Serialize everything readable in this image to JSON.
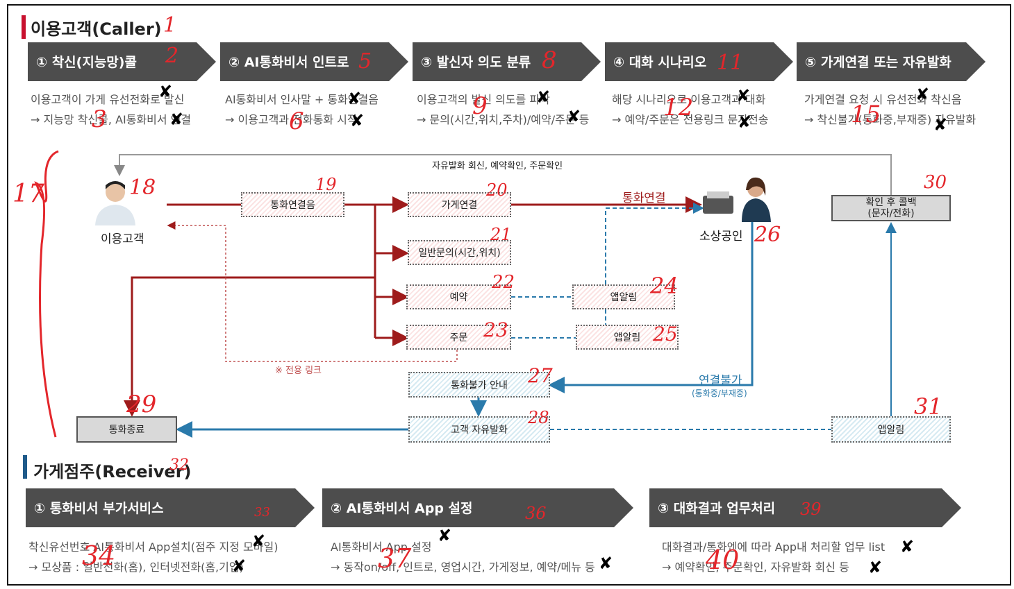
{
  "sections": {
    "caller": {
      "title": "이용고객(Caller)",
      "bar_color": "#c8102e"
    },
    "receiver": {
      "title": "가게점주(Receiver)",
      "bar_color": "#1f5a8a"
    }
  },
  "caller_steps": [
    {
      "label": "① 착신(지능망)콜",
      "line1": "이용고객이 가게 유선전화로 발신",
      "line2": "→ 지능망 착신콜, AI통화비서 연결"
    },
    {
      "label": "② AI통화비서 인트로",
      "line1": "AI통화비서 인사말 + 통화연결음",
      "line2": "→ 이용고객과 전화통화 시작"
    },
    {
      "label": "③ 발신자 의도 분류",
      "line1": "이용고객의 발신 의도를 파악",
      "line2": "→ 문의(시간,위치,주차)/예약/주문 등"
    },
    {
      "label": "④ 대화 시나리오",
      "line1": "해당 시나리오로 이용고객과 대화",
      "line2": "→ 예약/주문은 전용링크 문자전송"
    },
    {
      "label": "⑤ 가게연결 또는 자유발화",
      "line1": "가게연결 요청 시 유선전화 착신음",
      "line2": "→ 착신불가(통화중,부재중) 자유발화"
    }
  ],
  "receiver_steps": [
    {
      "label": "① 통화비서 부가서비스",
      "line1": "착신유선번호 AI통화비서 App설치(점주 지정 모바일)",
      "line2": "→ 모상품 : 일반전화(홈), 인터넷전화(홈,기업)"
    },
    {
      "label": "② AI통화비서 App 설정",
      "line1": "AI통화비서 App 설정",
      "line2": "→ 동작on/off, 인트로, 영업시간, 가게정보, 예약/메뉴 등"
    },
    {
      "label": "③ 대화결과 업무처리",
      "line1": "대화결과/통화엔에 따라 App내 처리할 업무 list",
      "line2": "→ 예약확인, 주문확인, 자유발화 회신 등"
    }
  ],
  "flow": {
    "top_return_label": "자유발화 회신, 예약확인, 주문확인",
    "caller_node": "이용고객",
    "owner_node": "소상공인",
    "boxes": {
      "ringback": "통화연결음",
      "store_connect": "가게연결",
      "general_inquiry": "일반문의(시간,위치)",
      "reservation": "예약",
      "order": "주문",
      "app_alert_1": "앱알림",
      "app_alert_2": "앱알림",
      "unavailable": "통화불가 안내",
      "free_speech": "고객 자유발화",
      "end_call": "통화종료",
      "app_alert_3": "앱알림",
      "callback_line1": "확인 후 콜백",
      "callback_line2": "(문자/전화)"
    },
    "edge_labels": {
      "call_connect": "통화연결",
      "dedicated_link": "※ 전용 링크",
      "not_connected": "연결불가",
      "not_connected_sub": "(통화중/부재중)"
    }
  },
  "annotations": [
    "1",
    "2",
    "3",
    "5",
    "6",
    "8",
    "9",
    "11",
    "12",
    "15",
    "17",
    "18",
    "19",
    "20",
    "21",
    "22",
    "23",
    "24",
    "25",
    "26",
    "27",
    "28",
    "29",
    "30",
    "31",
    "32",
    "33",
    "34",
    "36",
    "37",
    "39",
    "40"
  ],
  "colors": {
    "red_line": "#9e1b1b",
    "blue_line": "#2a7aab",
    "chevron": "#4d4d4d",
    "annotation": "#e3262b"
  }
}
